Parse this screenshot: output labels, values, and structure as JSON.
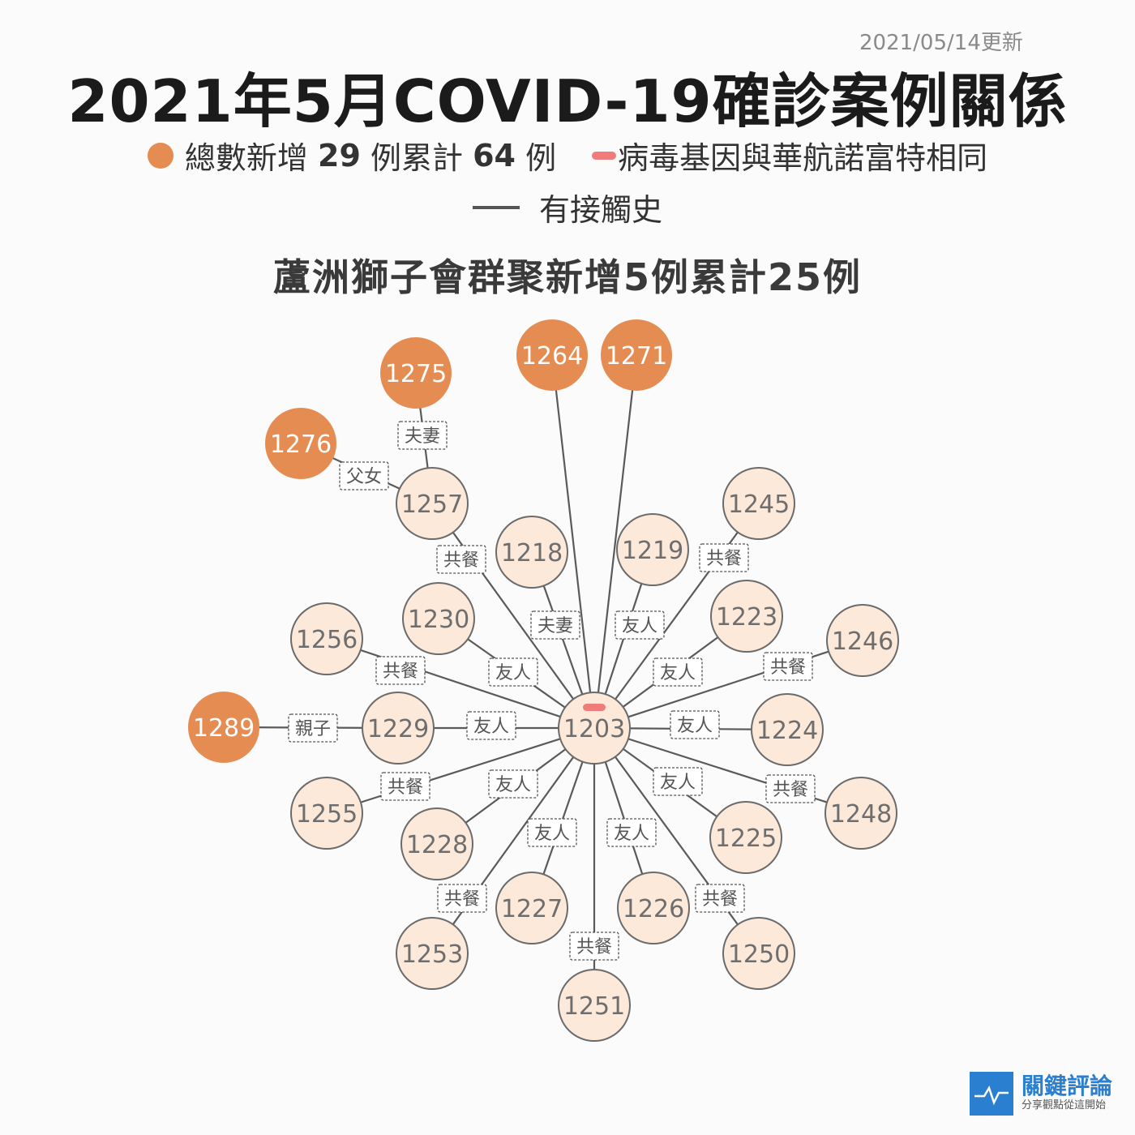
{
  "header": {
    "update_text": "2021/05/14更新",
    "title": "2021年5月COVID-19確診案例關係"
  },
  "legend": {
    "total_prefix": "總數新增",
    "total_new": "29",
    "total_mid": "例累計",
    "total_cum": "64",
    "total_suffix": "例",
    "gene_label": "病毒基因與華航諾富特相同",
    "contact_label": "有接觸史"
  },
  "subtitle": "蘆洲獅子會群聚新增5例累計25例",
  "colors": {
    "new_case": "#e58c52",
    "existing_case": "#fde9da",
    "existing_border": "#6b6b6b",
    "gene_marker": "#ef7b7b",
    "line": "#5a5a5a",
    "logo_blue": "#2a7fd1"
  },
  "diagram": {
    "center": "1203",
    "nodes": [
      {
        "id": "1203",
        "type": "existing",
        "gene": true
      },
      {
        "id": "1275",
        "type": "new"
      },
      {
        "id": "1264",
        "type": "new"
      },
      {
        "id": "1271",
        "type": "new"
      },
      {
        "id": "1276",
        "type": "new"
      },
      {
        "id": "1289",
        "type": "new"
      },
      {
        "id": "1257",
        "type": "existing"
      },
      {
        "id": "1218",
        "type": "existing"
      },
      {
        "id": "1219",
        "type": "existing"
      },
      {
        "id": "1245",
        "type": "existing"
      },
      {
        "id": "1230",
        "type": "existing"
      },
      {
        "id": "1223",
        "type": "existing"
      },
      {
        "id": "1256",
        "type": "existing"
      },
      {
        "id": "1246",
        "type": "existing"
      },
      {
        "id": "1229",
        "type": "existing"
      },
      {
        "id": "1224",
        "type": "existing"
      },
      {
        "id": "1255",
        "type": "existing"
      },
      {
        "id": "1248",
        "type": "existing"
      },
      {
        "id": "1228",
        "type": "existing"
      },
      {
        "id": "1225",
        "type": "existing"
      },
      {
        "id": "1227",
        "type": "existing"
      },
      {
        "id": "1226",
        "type": "existing"
      },
      {
        "id": "1253",
        "type": "existing"
      },
      {
        "id": "1250",
        "type": "existing"
      },
      {
        "id": "1251",
        "type": "existing"
      }
    ],
    "edges": [
      {
        "from": "1203",
        "to": "1264",
        "label": ""
      },
      {
        "from": "1203",
        "to": "1271",
        "label": ""
      },
      {
        "from": "1203",
        "to": "1257",
        "label": "共餐"
      },
      {
        "from": "1257",
        "to": "1275",
        "label": "夫妻"
      },
      {
        "from": "1257",
        "to": "1276",
        "label": "父女"
      },
      {
        "from": "1203",
        "to": "1218",
        "label": "夫妻"
      },
      {
        "from": "1203",
        "to": "1219",
        "label": "友人"
      },
      {
        "from": "1203",
        "to": "1245",
        "label": "共餐"
      },
      {
        "from": "1203",
        "to": "1230",
        "label": "友人"
      },
      {
        "from": "1203",
        "to": "1223",
        "label": "友人"
      },
      {
        "from": "1203",
        "to": "1256",
        "label": "共餐"
      },
      {
        "from": "1203",
        "to": "1246",
        "label": "共餐"
      },
      {
        "from": "1203",
        "to": "1229",
        "label": "友人"
      },
      {
        "from": "1229",
        "to": "1289",
        "label": "親子"
      },
      {
        "from": "1203",
        "to": "1224",
        "label": "友人"
      },
      {
        "from": "1203",
        "to": "1255",
        "label": "共餐"
      },
      {
        "from": "1203",
        "to": "1248",
        "label": "共餐"
      },
      {
        "from": "1203",
        "to": "1228",
        "label": "友人"
      },
      {
        "from": "1203",
        "to": "1225",
        "label": "友人"
      },
      {
        "from": "1203",
        "to": "1227",
        "label": "友人"
      },
      {
        "from": "1203",
        "to": "1226",
        "label": "友人"
      },
      {
        "from": "1203",
        "to": "1253",
        "label": "共餐"
      },
      {
        "from": "1203",
        "to": "1250",
        "label": "共餐"
      },
      {
        "from": "1203",
        "to": "1251",
        "label": "共餐"
      }
    ]
  },
  "logo": {
    "name": "關鍵評論",
    "tagline": "分享觀點從這開始",
    "icon": "pulse-icon"
  }
}
